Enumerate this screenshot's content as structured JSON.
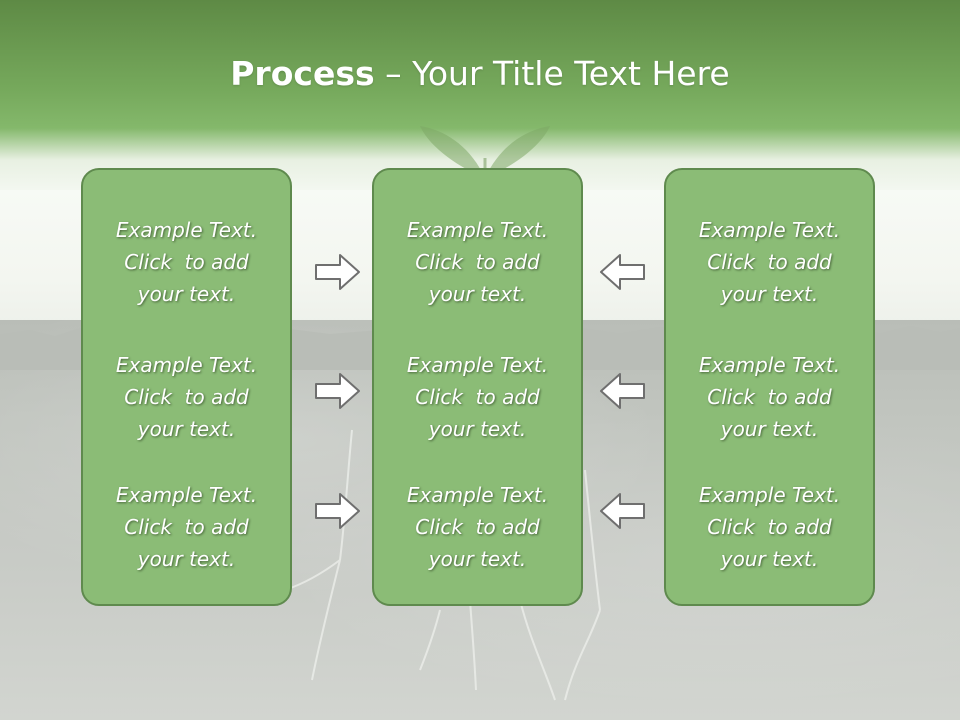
{
  "title": {
    "bold": "Process",
    "rest": " – Your Title Text Here"
  },
  "colors": {
    "header": "#76a95c",
    "box_fill": "#8bbc76",
    "box_border": "#5f8a4e",
    "text": "#ffffff"
  },
  "columns": [
    {
      "blocks": [
        {
          "line1": "Example Text.",
          "line2": "Click  to add",
          "line3": "your text."
        },
        {
          "line1": "Example Text.",
          "line2": "Click  to add",
          "line3": "your text."
        },
        {
          "line1": "Example Text.",
          "line2": "Click  to add",
          "line3": "your text."
        }
      ]
    },
    {
      "blocks": [
        {
          "line1": "Example Text.",
          "line2": "Click  to add",
          "line3": "your text."
        },
        {
          "line1": "Example Text.",
          "line2": "Click  to add",
          "line3": "your text."
        },
        {
          "line1": "Example Text.",
          "line2": "Click  to add",
          "line3": "your text."
        }
      ]
    },
    {
      "blocks": [
        {
          "line1": "Example Text.",
          "line2": "Click  to add",
          "line3": "your text."
        },
        {
          "line1": "Example Text.",
          "line2": "Click  to add",
          "line3": "your text."
        },
        {
          "line1": "Example Text.",
          "line2": "Click  to add",
          "line3": "your text."
        }
      ]
    }
  ],
  "arrows": {
    "left_group": "arrow-right-icon",
    "right_group": "arrow-left-icon"
  }
}
